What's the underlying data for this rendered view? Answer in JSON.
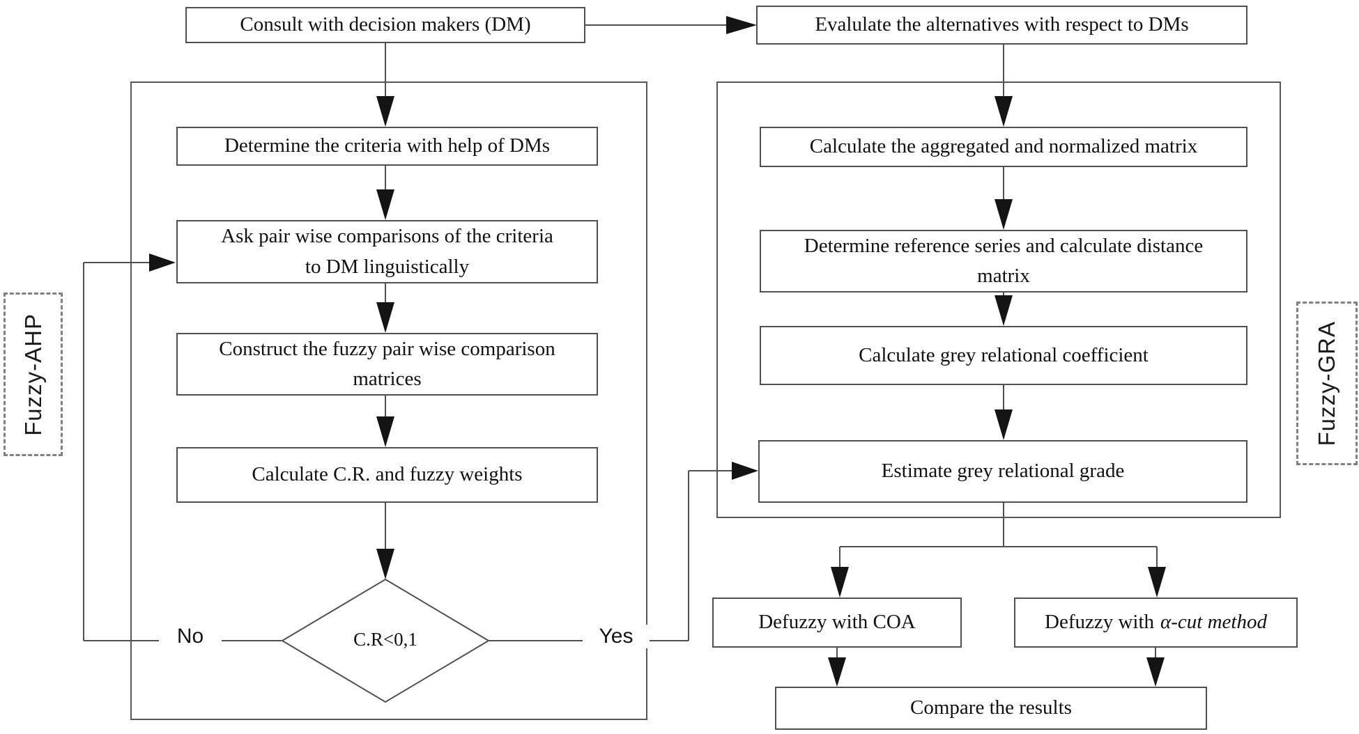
{
  "diagram": {
    "title_hint": "Fuzzy-AHP and Fuzzy-GRA flowchart",
    "groups": {
      "ahp": {
        "label": "Fuzzy-AHP"
      },
      "gra": {
        "label": "Fuzzy-GRA"
      }
    },
    "nodes": {
      "consult": {
        "label": "Consult with decision makers (DM)"
      },
      "evaluate": {
        "label": "Evalulate the alternatives with respect to DMs"
      },
      "determine_criteria": {
        "label": "Determine the criteria with help of DMs"
      },
      "ask_pairwise": {
        "label": "Ask pair wise comparisons of the criteria\nto DM linguistically"
      },
      "construct_matrices": {
        "label": "Construct the fuzzy pair wise comparison\nmatrices"
      },
      "calc_cr": {
        "label": "Calculate C.R. and fuzzy weights"
      },
      "decision": {
        "label": "C.R<0,1",
        "no_label": "No",
        "yes_label": "Yes"
      },
      "calc_aggregated": {
        "label": "Calculate the aggregated and normalized matrix"
      },
      "determine_reference": {
        "label": "Determine reference series and calculate distance\nmatrix"
      },
      "grey_coefficient": {
        "label": "Calculate grey relational coefficient"
      },
      "grey_grade": {
        "label": "Estimate grey relational grade"
      },
      "defuzzy_coa": {
        "label": "Defuzzy with COA"
      },
      "defuzzy_alpha": {
        "prefix": "Defuzzy with",
        "italic": "α-cut method"
      },
      "compare": {
        "label": "Compare the results"
      }
    },
    "colors": {
      "line": "#4f4f4f",
      "arrowhead": "#141414",
      "text": "#111111",
      "dashed_border": "#808080",
      "background": "#ffffff"
    }
  }
}
